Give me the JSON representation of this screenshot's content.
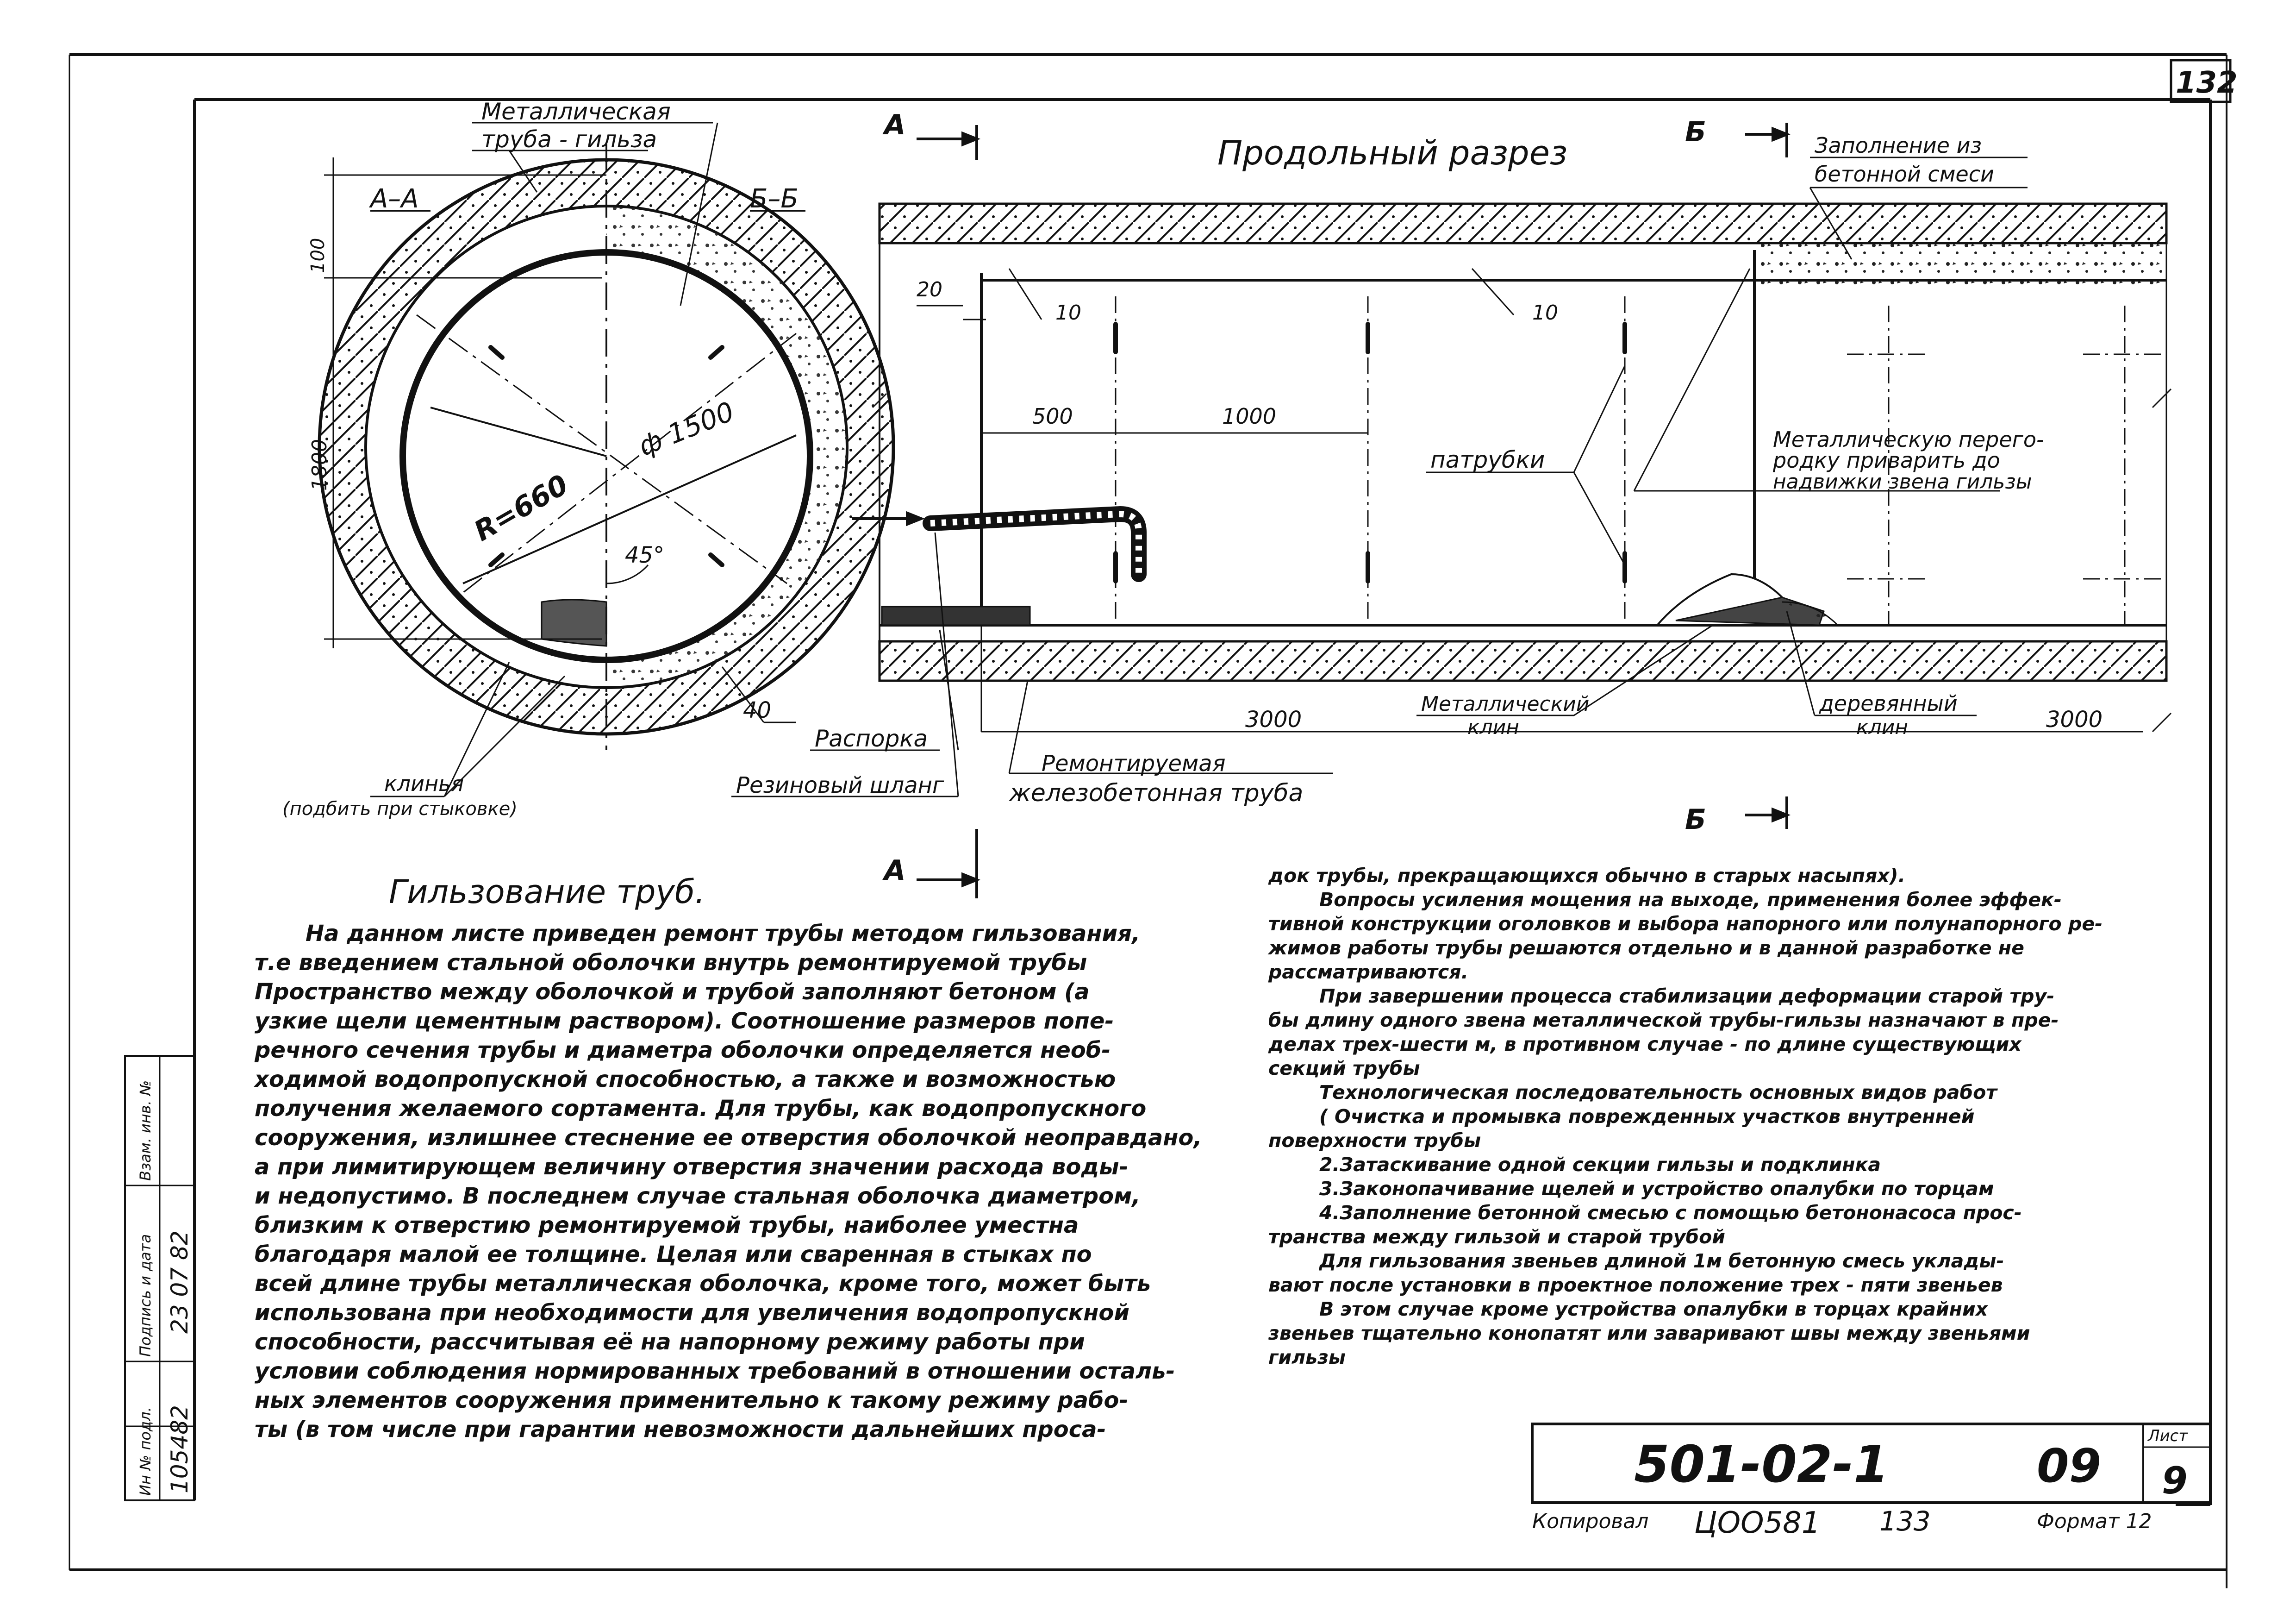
{
  "sheet_corner_number": "132",
  "drawing": {
    "section_aa": "А–А",
    "section_bb": "Б–Б",
    "metal_pipe_label": [
      "Металлическая",
      "труба - гильза"
    ],
    "long_section_title": "Продольный разрез",
    "section_marks": {
      "a_top": "А",
      "a_bottom": "А",
      "b_top": "Б",
      "b_bottom": "Б"
    },
    "fill_label": [
      "Заполнение из",
      "бетонной смеси"
    ],
    "dim_100": "100",
    "dim_1800": "1800",
    "dim_r660": "R=660",
    "dim_d1500": "ф 1500",
    "dim_45": "45°",
    "dim_40": "40",
    "dim_20": "20",
    "dim_10a": "10",
    "dim_10b": "10",
    "dim_500": "500",
    "dim_1000": "1000",
    "dim_3000_left": "3000",
    "dim_3000_right": "3000",
    "nozzles_label": "патрубки",
    "weld_note": [
      "Металлическую перего-",
      "родку приварить до",
      "надвижки звена гильзы"
    ],
    "wedges_label": [
      "клинья",
      "(подбить при стыковке)"
    ],
    "spacer_label": "Распорка",
    "hose_label": "Резиновый шланг",
    "repaired_pipe_label": [
      "Ремонтируемая",
      "железобетонная труба"
    ],
    "metal_wedge_label": [
      "Металлический",
      "клин"
    ],
    "wood_wedge_label": [
      "деревянный",
      "клин"
    ]
  },
  "heading": "Гильзование труб.",
  "left_text": [
    "На данном листе приведен ремонт трубы методом гильзования,",
    "т.е введением стальной оболочки внутрь ремонтируемой трубы",
    "Пространство между оболочкой и трубой заполняют бетоном (а",
    "узкие щели цементным раствором). Соотношение размеров попе-",
    "речного сечения трубы и диаметра оболочки определяется необ-",
    "ходимой водопропускной способностью, а также и возможностью",
    "получения желаемого сортамента. Для трубы, как водопропускного",
    "сооружения, излишнее стеснение ее отверстия оболочкой неоправдано,",
    "а при лимитирующем величину отверстия значении расхода воды-",
    "и недопустимо. В последнем случае стальная оболочка диаметром,",
    "близким к отверстию ремонтируемой трубы, наиболее уместна",
    "благодаря малой ее толщине. Целая или сваренная в стыках по",
    "всей длине трубы металлическая оболочка, кроме того, может быть",
    "использована при необходимости для увеличения водопропускной",
    "способности, рассчитывая её на напорному режиму работы при",
    "условии соблюдения нормированных требований в отношении осталь-",
    "ных элементов сооружения применительно к такому режиму рабо-",
    "ты (в том числе при гарантии невозможности дальнейших проса-"
  ],
  "right_text": [
    "док трубы, прекращающихся обычно в старых насыпях).",
    "Вопросы усиления мощения на выходе, применения более эффек-",
    "тивной конструкции оголовков и выбора напорного или полунапорного ре-",
    "жимов работы трубы решаются отдельно и в данной разработке не",
    "рассматриваются.",
    "При завершении процесса стабилизации деформации старой тру-",
    "бы длину одного звена металлической трубы-гильзы назначают в пре-",
    "делах трех-шести м, в противном случае - по длине существующих",
    "секций трубы",
    "Технологическая последовательность основных видов работ",
    "( Очистка и промывка поврежденных участков внутренней",
    "поверхности трубы",
    "2.Затаскивание одной секции гильзы и подклинка",
    "3.Законопачивание щелей и устройство опалубки по торцам",
    "4.Заполнение бетонной смесью с помощью бетононасоса прос-",
    "транства между гильзой и старой трубой",
    "Для гильзования звеньев длиной 1м бетонную смесь уклады-",
    "вают после установки в проектное положение трех - пяти звеньев",
    "В этом случае кроме устройства опалубки в торцах крайних",
    "звеньев тщательно конопатят или заваривают швы между звеньями",
    "гильзы"
  ],
  "title_block": {
    "code": "501-02-1",
    "number": "09",
    "sheet_label": "Лист",
    "sheet_value": "9"
  },
  "footer": {
    "copied": "Копировал",
    "handwritten_code": "ЦОО581",
    "handwritten_num": "133",
    "format": "Формат 12"
  },
  "side_stamp": {
    "inv": "105482",
    "date": "23 07 82",
    "col1": "Ин № подл.",
    "col2": "Подпись и дата",
    "col3": "Взам. инв. №"
  }
}
